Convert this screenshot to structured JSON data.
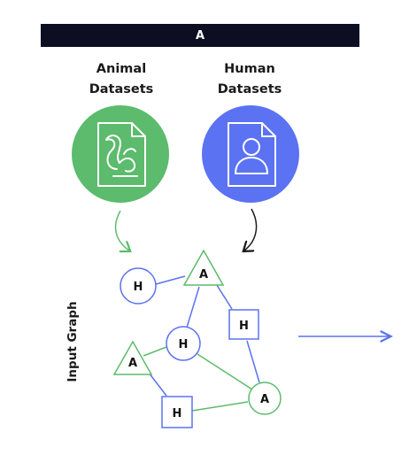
{
  "header": {
    "title": "A"
  },
  "sources": [
    {
      "line1": "Animal",
      "line2": "Datasets",
      "color": "#5cbb6c",
      "icon": "squirrel-file-icon"
    },
    {
      "line1": "Human",
      "line2": "Datasets",
      "color": "#5b72f2",
      "icon": "person-file-icon"
    }
  ],
  "graph": {
    "label": "Input Graph",
    "colors": {
      "animal": "#5cbb6c",
      "human": "#5b72f2",
      "mixed": "#5cbb6c"
    },
    "nodes": [
      {
        "id": "h1",
        "label": "H",
        "shape": "circle",
        "type": "human"
      },
      {
        "id": "a1",
        "label": "A",
        "shape": "triangle",
        "type": "animal"
      },
      {
        "id": "h2",
        "label": "H",
        "shape": "square",
        "type": "human"
      },
      {
        "id": "h3",
        "label": "H",
        "shape": "circle",
        "type": "human"
      },
      {
        "id": "a2",
        "label": "A",
        "shape": "triangle",
        "type": "animal"
      },
      {
        "id": "a3",
        "label": "A",
        "shape": "circle",
        "type": "animal"
      },
      {
        "id": "h4",
        "label": "H",
        "shape": "square",
        "type": "human"
      }
    ]
  }
}
